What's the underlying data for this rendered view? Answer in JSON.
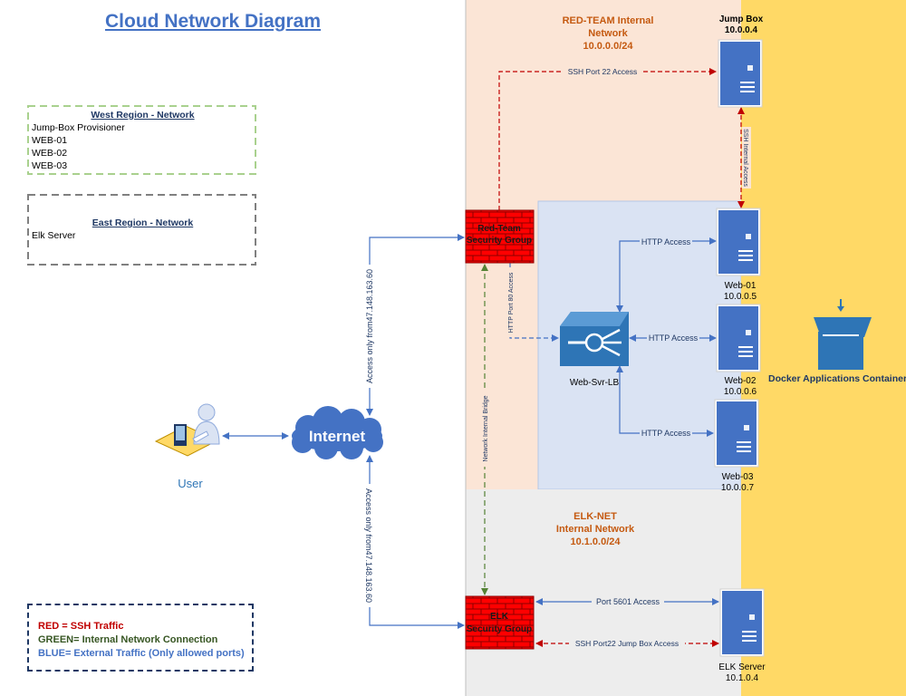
{
  "title": "Cloud Network Diagram",
  "west_region": {
    "heading": "West Region - Network",
    "items": [
      "Jump-Box Provisioner",
      "WEB-01",
      "WEB-02",
      "WEB-03"
    ]
  },
  "east_region": {
    "heading": "East Region - Network",
    "items": [
      "Elk Server"
    ]
  },
  "red_team_network": {
    "name": "RED-TEAM Internal",
    "name2": "Network",
    "cidr": "10.0.0.0/24"
  },
  "elk_network": {
    "name": "ELK-NET",
    "name2": "Internal Network",
    "cidr": "10.1.0.0/24"
  },
  "nodes": {
    "jump_box": {
      "name": "Jump Box",
      "ip": "10.0.0.4"
    },
    "web01": {
      "name": "Web-01",
      "ip": "10.0.0.5"
    },
    "web02": {
      "name": "Web-02",
      "ip": "10.0.0.6"
    },
    "web03": {
      "name": "Web-03",
      "ip": "10.0.0.7"
    },
    "elk": {
      "name": "ELK Server",
      "ip": "10.1.0.4"
    },
    "lb": {
      "name": "Web-Svr-LB"
    },
    "user": {
      "name": "User"
    },
    "internet": {
      "name": "Internet"
    },
    "docker": {
      "name": "Docker Applications Container"
    },
    "fw_red": {
      "line1": "Red-Team",
      "line2": "Security Group"
    },
    "fw_elk": {
      "line1": "ELK",
      "line2": "Security Group"
    }
  },
  "connections": {
    "ssh22": "SSH Port 22 Access",
    "ssh_internal": "SSH Internal Access",
    "http_web01": "HTTP Access",
    "http_web02": "HTTP Access",
    "http_web03": "HTTP Access",
    "http80": "HTTP Port 80 Access",
    "bridge": "Network Internal Bridge",
    "access_top": "Access only from47.148.163.60",
    "access_bottom": "Access only from47.148.163.60",
    "port5601": "Port 5601 Access",
    "ssh_jump_elk": "SSH Port22 Jump Box Access"
  },
  "legend": {
    "red": "RED = SSH Traffic",
    "green": "GREEN= Internal Network Connection",
    "blue": "BLUE= External Traffic (Only allowed ports)"
  },
  "colors": {
    "ssh": "#c00000",
    "internal": "#548235",
    "external": "#4472c4",
    "red_team_bg": "#fbe5d6",
    "web_bg": "#dae3f3",
    "elk_bg": "#ededed",
    "docker_bg": "#ffd966",
    "server": "#4472c4"
  }
}
